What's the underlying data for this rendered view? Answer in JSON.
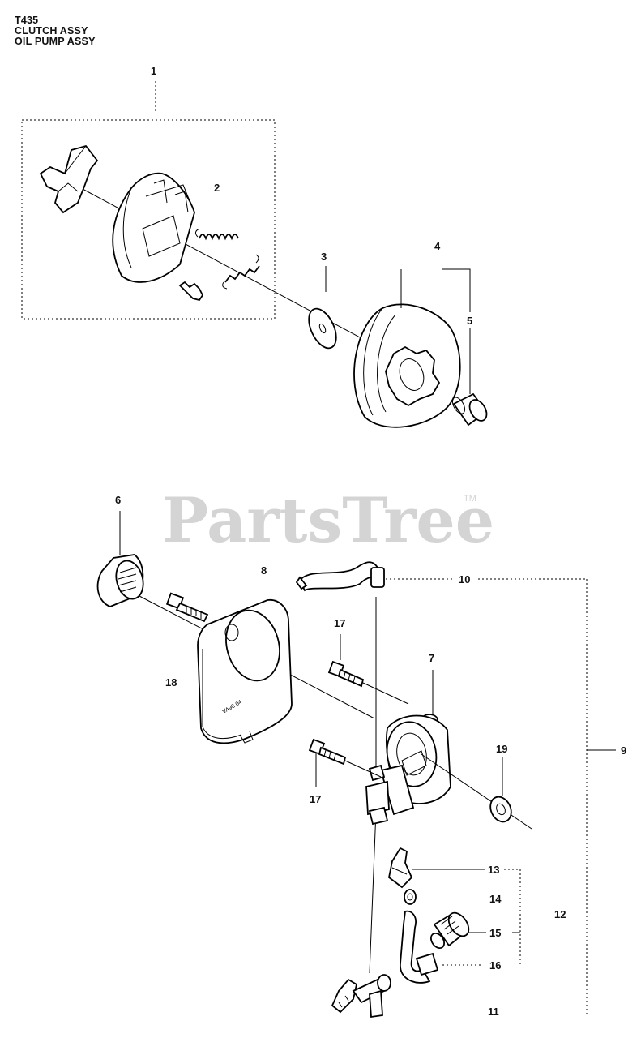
{
  "header": {
    "model": "T435",
    "line1": "CLUTCH ASSY",
    "line2": "OIL PUMP ASSY"
  },
  "watermark": {
    "text": "PartsTree",
    "trademark": "TM"
  },
  "callouts": {
    "c1": "1",
    "c2": "2",
    "c3": "3",
    "c4": "4",
    "c5": "5",
    "c6": "6",
    "c7": "7",
    "c8": "8",
    "c9": "9",
    "c10": "10",
    "c11": "11",
    "c12": "12",
    "c13": "13",
    "c14": "14",
    "c15": "15",
    "c16": "16",
    "c17a": "17",
    "c17b": "17",
    "c18": "18",
    "c19": "19"
  },
  "part_marking": "VA98 04"
}
